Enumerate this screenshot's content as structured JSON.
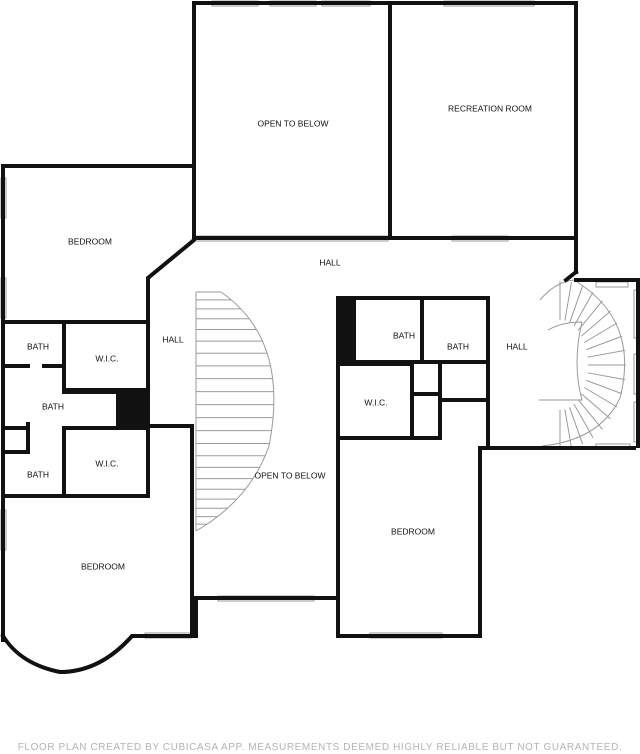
{
  "rooms": {
    "open_to_below_top": "OPEN TO BELOW",
    "recreation_room": "RECREATION ROOM",
    "bedroom_left_top": "BEDROOM",
    "hall_top": "HALL",
    "hall_left": "HALL",
    "hall_right": "HALL",
    "bath_left_1": "BATH",
    "wic_left_1": "W.I.C.",
    "bath_left_2": "BATH",
    "bath_left_3": "BATH",
    "wic_left_2": "W.I.C.",
    "bedroom_left_bottom": "BEDROOM",
    "open_to_below_center": "OPEN TO BELOW",
    "bath_center_1": "BATH",
    "bath_center_2": "BATH",
    "wic_center": "W.I.C.",
    "bedroom_center": "BEDROOM"
  },
  "footer": "FLOOR PLAN CREATED BY CUBICASA APP. MEASUREMENTS DEEMED HIGHLY RELIABLE BUT NOT GUARANTEED.",
  "colors": {
    "wall": "#111111",
    "window": "#9a9a9a",
    "stair": "#9a9a9a",
    "footer": "#b3b3b3"
  }
}
